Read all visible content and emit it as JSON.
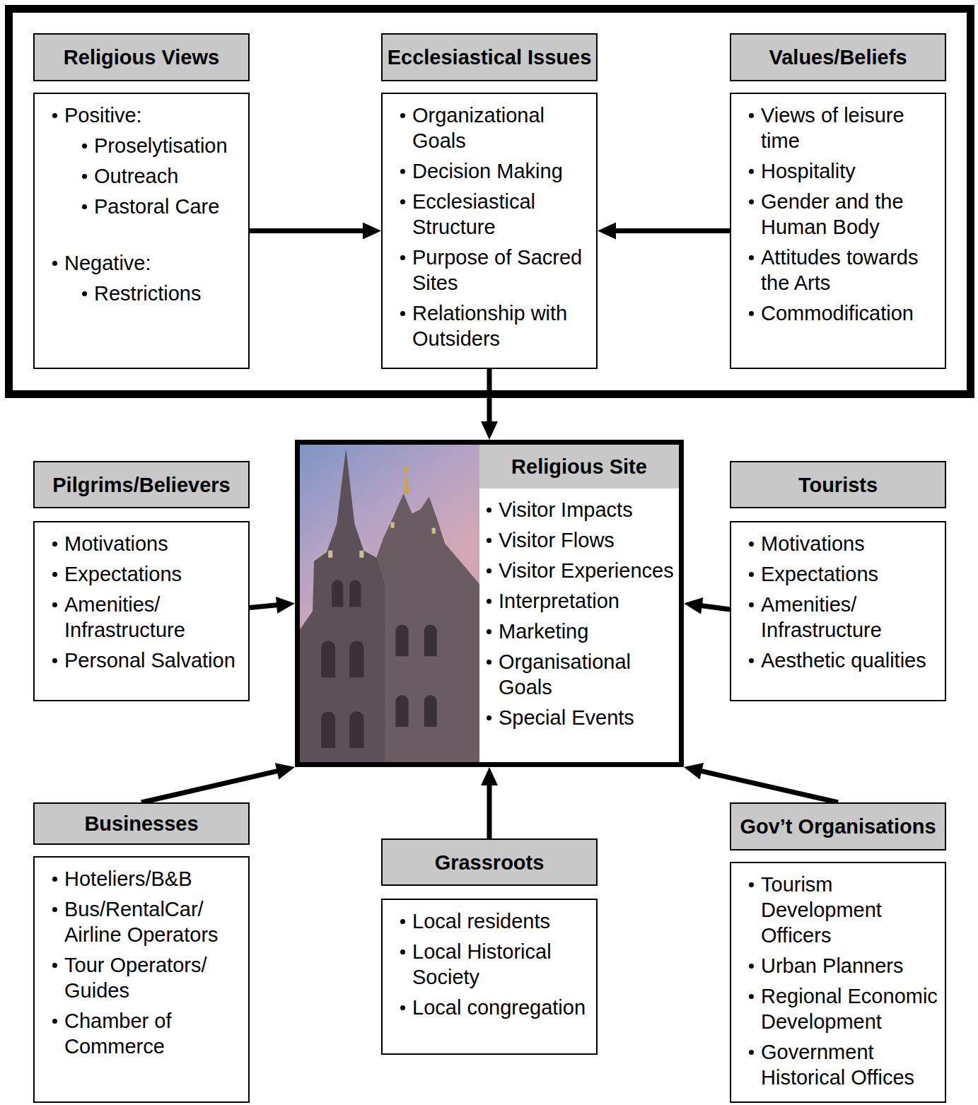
{
  "diagram": {
    "nodes": [
      {
        "text": [
          "Religious Views"
        ]
      },
      {
        "text": [
          "Positive:",
          "Proselytisation",
          "Outreach",
          "Pastoral Care",
          "Negative:",
          "Restrictions"
        ]
      },
      {
        "text": [
          "Ecclesiastical Issues"
        ]
      },
      {
        "text": [
          "Organizational Goals",
          "Decision Making",
          "Ecclesiastical Structure",
          "Purpose of Sacred Sites",
          "Relationship with Outsiders"
        ]
      },
      {
        "text": [
          "Values/Beliefs"
        ]
      },
      {
        "text": [
          "Views of leisure time",
          "Hospitality",
          "Gender and the Human Body",
          "Attitudes towards the Arts",
          "Commodification"
        ]
      },
      {
        "text": [
          "Pilgrims/Believers"
        ]
      },
      {
        "text": [
          "Motivations",
          "Expectations",
          "Amenities/ Infrastructure",
          "Personal Salvation"
        ]
      },
      {
        "text": [
          "Religious Site",
          "Visitor Impacts",
          "Visitor Flows",
          "Visitor Experiences",
          "Interpretation",
          "Marketing",
          "Organisational Goals",
          "Special Events"
        ]
      },
      {
        "text": [
          "Tourists"
        ]
      },
      {
        "text": [
          "Motivations",
          "Expectations",
          "Amenities/ Infrastructure",
          "Aesthetic qualities"
        ]
      },
      {
        "text": [
          "Businesses"
        ]
      },
      {
        "text": [
          "Hoteliers/B&B",
          "Bus/RentalCar/ Airline Operators",
          "Tour Operators/ Guides",
          "Chamber of Commerce"
        ]
      },
      {
        "text": [
          "Grassroots"
        ]
      },
      {
        "text": [
          "Local residents",
          "Local Historical Society",
          "Local congregation"
        ]
      },
      {
        "text": [
          "Gov’t Organisations"
        ]
      },
      {
        "text": [
          "Tourism Development Officers",
          "Urban Planners",
          "Regional Economic Development",
          "Government Historical Offices"
        ]
      }
    ],
    "edges": [
      {
        "from": 1,
        "to": 3,
        "arrow": "to"
      },
      {
        "from": 5,
        "to": 3,
        "arrow": "to"
      },
      {
        "from": 3,
        "to": 8,
        "arrow": "to"
      },
      {
        "from": 7,
        "to": 8,
        "arrow": "to"
      },
      {
        "from": 10,
        "to": 8,
        "arrow": "to"
      },
      {
        "from": 11,
        "to": 8,
        "arrow": "to"
      },
      {
        "from": 13,
        "to": 8,
        "arrow": "to"
      },
      {
        "from": 15,
        "to": 8,
        "arrow": "to"
      }
    ]
  }
}
